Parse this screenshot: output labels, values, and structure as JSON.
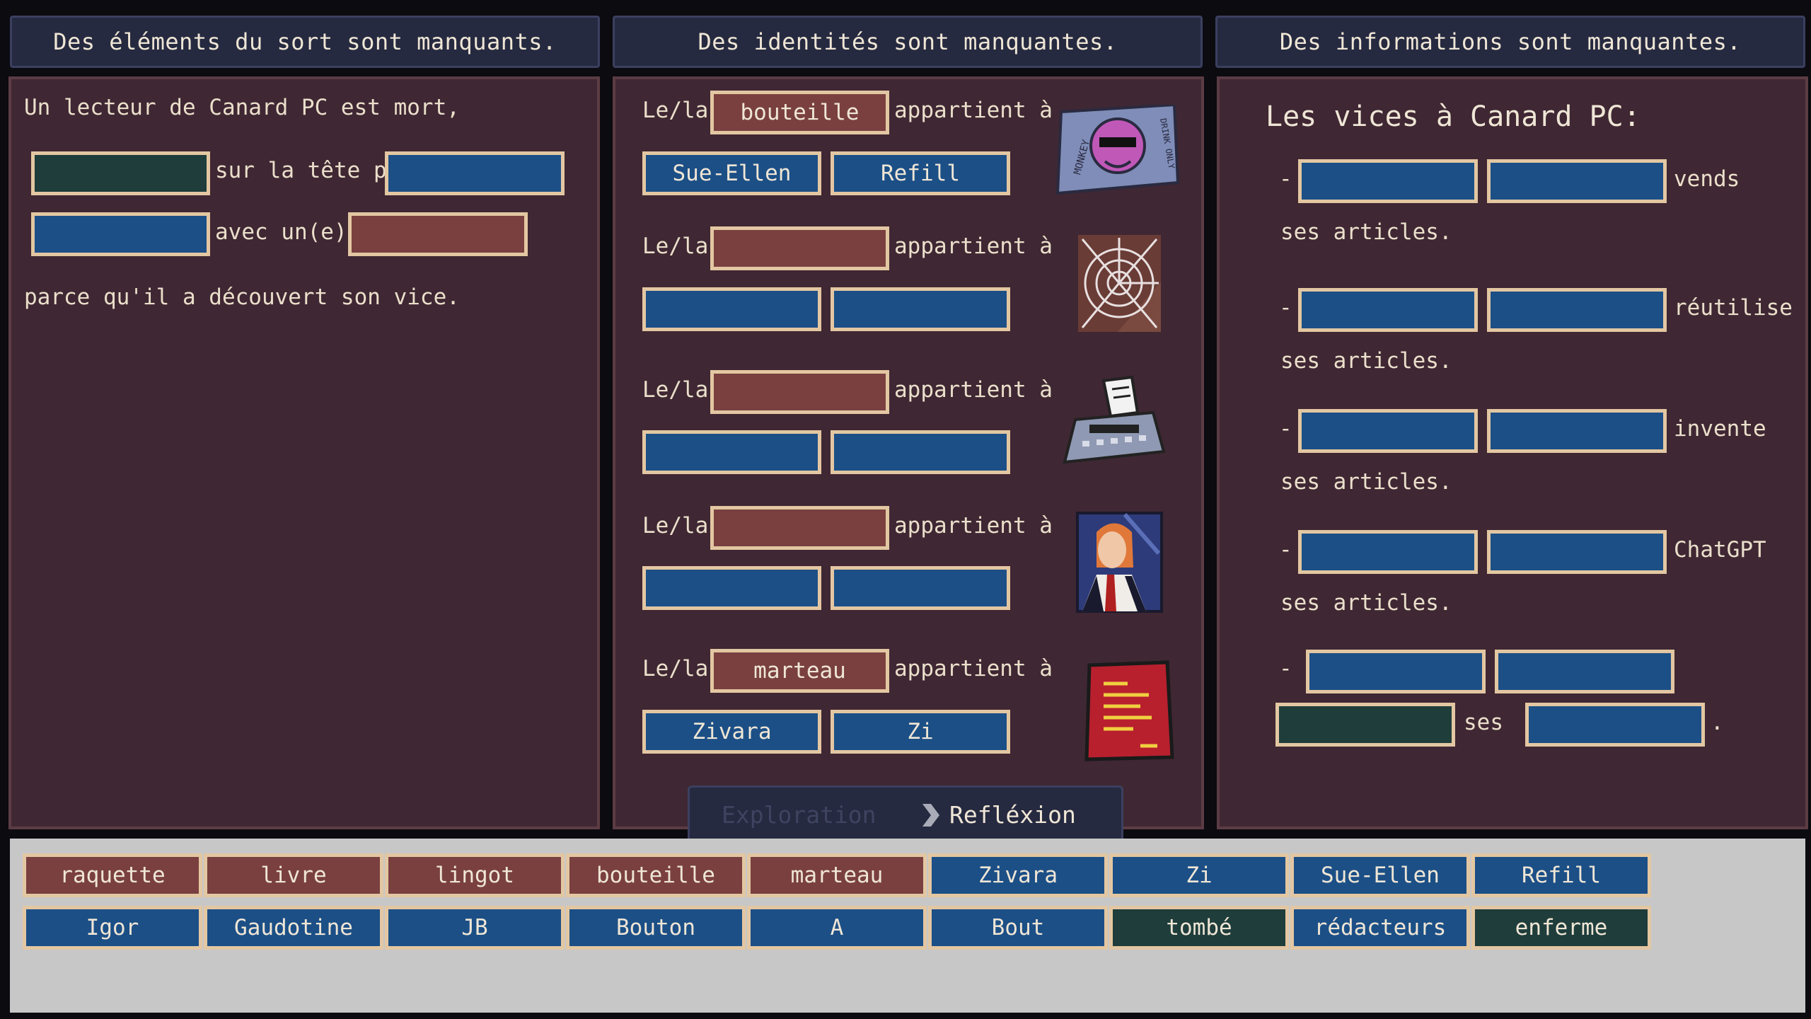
{
  "headers": {
    "left": "Des éléments du sort sont manquants.",
    "middle": "Des identités sont manquantes.",
    "right": "Des informations sont manquantes."
  },
  "left_panel": {
    "line1": "Un lecteur de Canard PC est mort,",
    "text_head": "sur la tête par",
    "text_with": "avec un(e)",
    "line_end": "parce qu'il a découvert son vice."
  },
  "middle_panel": {
    "le_la": "Le/la",
    "appartient": "appartient à",
    "rows": [
      {
        "object": "bouteille",
        "first": "Sue-Ellen",
        "last": "Refill",
        "icon": "monkey-bar-poster-icon"
      },
      {
        "object": "",
        "first": "",
        "last": "",
        "icon": "spider-web-icon"
      },
      {
        "object": "",
        "first": "",
        "last": "",
        "icon": "typewriter-icon"
      },
      {
        "object": "",
        "first": "",
        "last": "",
        "icon": "portrait-icon"
      },
      {
        "object": "marteau",
        "first": "Zivara",
        "last": "Zi",
        "icon": "red-document-icon"
      }
    ]
  },
  "right_panel": {
    "title": "Les vices à Canard PC:",
    "dash": "-",
    "ses_articles": "ses articles.",
    "rows": [
      {
        "verb": "vends"
      },
      {
        "verb": "réutilise"
      },
      {
        "verb": "invente"
      },
      {
        "verb": "ChatGPT"
      }
    ],
    "last_ses": "ses",
    "last_dot": "."
  },
  "tabs": {
    "exploration": "Exploration",
    "reflexion": "Refléxion",
    "chevron_icon": "chevron-right-icon"
  },
  "tray": {
    "row1": [
      {
        "label": "raquette",
        "kind": "red"
      },
      {
        "label": "livre",
        "kind": "red"
      },
      {
        "label": "lingot",
        "kind": "red"
      },
      {
        "label": "bouteille",
        "kind": "red"
      },
      {
        "label": "marteau",
        "kind": "red"
      },
      {
        "label": "Zivara",
        "kind": "blue"
      },
      {
        "label": "Zi",
        "kind": "blue"
      },
      {
        "label": "Sue-Ellen",
        "kind": "blue"
      },
      {
        "label": "Refill",
        "kind": "blue"
      }
    ],
    "row2": [
      {
        "label": "Igor",
        "kind": "blue"
      },
      {
        "label": "Gaudotine",
        "kind": "blue"
      },
      {
        "label": "JB",
        "kind": "blue"
      },
      {
        "label": "Bouton",
        "kind": "blue"
      },
      {
        "label": "A",
        "kind": "blue"
      },
      {
        "label": "Bout",
        "kind": "blue"
      },
      {
        "label": "tombé",
        "kind": "green"
      },
      {
        "label": "rédacteurs",
        "kind": "blue"
      },
      {
        "label": "enferme",
        "kind": "green"
      }
    ]
  },
  "colors": {
    "panel_bg": "#3f2733",
    "header_bg": "#262a40",
    "slot_border": "#e3c7a2",
    "slot_blue": "#1c4f86",
    "slot_red": "#7a4040",
    "slot_green": "#1f3d3b",
    "tray_bg": "#c7c7c7"
  }
}
